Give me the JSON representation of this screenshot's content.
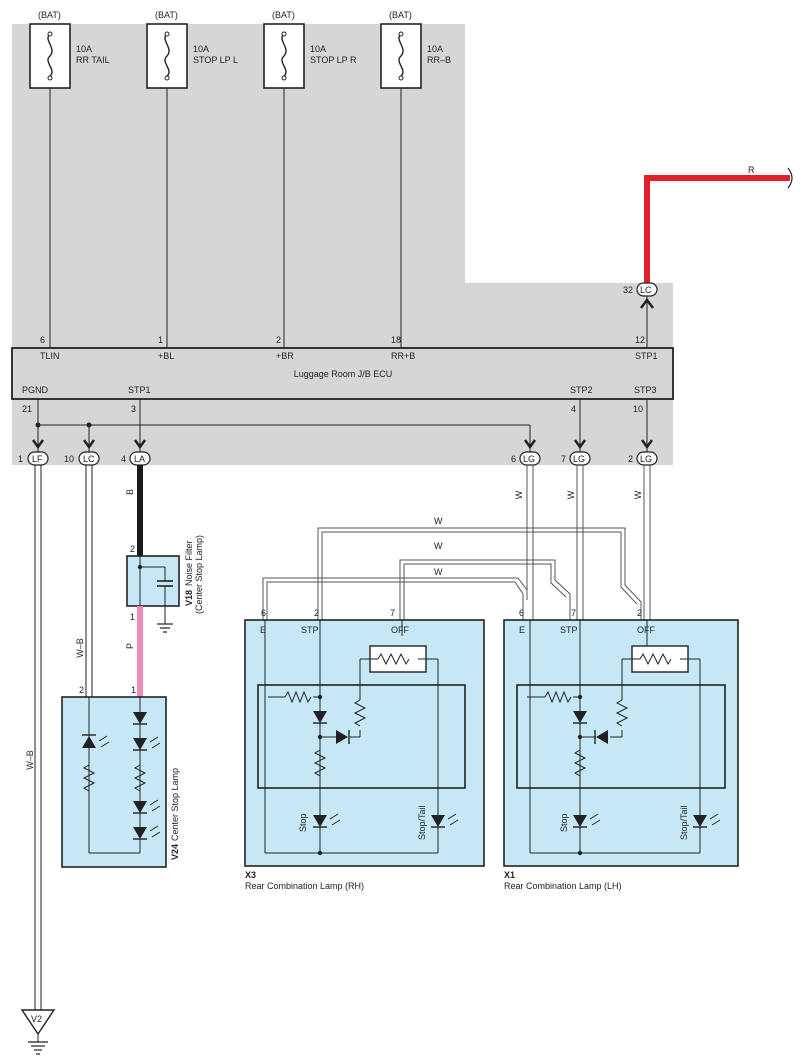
{
  "fuses": [
    {
      "supply": "(BAT)",
      "amp": "10A",
      "name": "RR TAIL"
    },
    {
      "supply": "(BAT)",
      "amp": "10A",
      "name": "STOP LP L"
    },
    {
      "supply": "(BAT)",
      "amp": "10A",
      "name": "STOP LP R"
    },
    {
      "supply": "(BAT)",
      "amp": "10A",
      "name": "RR–B"
    }
  ],
  "ecu": {
    "name": "Luggage Room J/B ECU",
    "top_pins": [
      {
        "num": "6",
        "label": "TLIN"
      },
      {
        "num": "1",
        "label": "+BL"
      },
      {
        "num": "2",
        "label": "+BR"
      },
      {
        "num": "18",
        "label": "RR+B"
      },
      {
        "num": "12",
        "label": "STP1"
      }
    ],
    "bottom_pins": [
      {
        "num": "21",
        "label": "PGND"
      },
      {
        "num": "3",
        "label": "STP1"
      },
      {
        "num": "4",
        "label": "STP2"
      },
      {
        "num": "10",
        "label": "STP3"
      }
    ]
  },
  "connectors": {
    "lc_top": {
      "num": "32",
      "code": "LC"
    },
    "lf": {
      "num": "1",
      "code": "LF"
    },
    "lc": {
      "num": "10",
      "code": "LC"
    },
    "la": {
      "num": "4",
      "code": "LA"
    },
    "lg6": {
      "num": "6",
      "code": "LG"
    },
    "lg7": {
      "num": "7",
      "code": "LG"
    },
    "lg2": {
      "num": "2",
      "code": "LG"
    }
  },
  "wires": {
    "red": "R",
    "w1": "W",
    "w2": "W",
    "w3": "W",
    "hw1": "W",
    "hw2": "W",
    "hw3": "W",
    "b": "B",
    "p": "P",
    "wb_ground": "W–B",
    "wb_lamp": "W–B"
  },
  "noise_filter": {
    "code": "V18",
    "name": "Noise Filter",
    "sub": "(Center Stop Lamp)",
    "pin_top": "2",
    "pin_bottom": "1"
  },
  "center_lamp": {
    "code": "V24",
    "name": "Center Stop Lamp",
    "pin_left": "2",
    "pin_right": "1"
  },
  "lamp_rh": {
    "code": "X3",
    "name": "Rear Combination Lamp (RH)",
    "pins": [
      "6",
      "2",
      "7"
    ],
    "labels": [
      "E",
      "STP",
      "OFF"
    ],
    "stop": "Stop",
    "stoptail": "Stop/Tail"
  },
  "lamp_lh": {
    "code": "X1",
    "name": "Rear Combination Lamp (LH)",
    "pins": [
      "6",
      "7",
      "2"
    ],
    "labels": [
      "E",
      "STP",
      "OFF"
    ],
    "stop": "Stop",
    "stoptail": "Stop/Tail"
  },
  "ground": {
    "code": "V2"
  },
  "colors": {
    "panel": "#d6d6d8",
    "lamp_fill": "#c6e8f6",
    "red_wire": "#e0202c",
    "pink_wire": "#ee88b8",
    "black_wire": "#1a1a1a"
  }
}
